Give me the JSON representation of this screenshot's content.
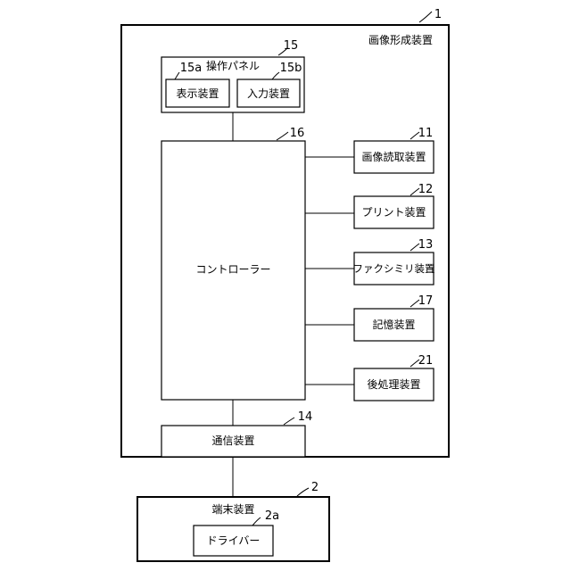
{
  "apparatus": {
    "title": "画像形成装置",
    "ref": "1"
  },
  "panel": {
    "title": "操作パネル",
    "ref": "15",
    "display": {
      "label": "表示装置",
      "ref": "15a"
    },
    "input": {
      "label": "入力装置",
      "ref": "15b"
    }
  },
  "controller": {
    "label": "コントローラー",
    "ref": "16"
  },
  "devices": [
    {
      "label": "画像読取装置",
      "ref": "11"
    },
    {
      "label": "プリント装置",
      "ref": "12"
    },
    {
      "label": "ファクシミリ装置",
      "ref": "13"
    },
    {
      "label": "記憶装置",
      "ref": "17"
    },
    {
      "label": "後処理装置",
      "ref": "21"
    }
  ],
  "comm": {
    "label": "通信装置",
    "ref": "14"
  },
  "terminal": {
    "title": "端末装置",
    "ref": "2",
    "driver": {
      "label": "ドライバー",
      "ref": "2a"
    }
  }
}
